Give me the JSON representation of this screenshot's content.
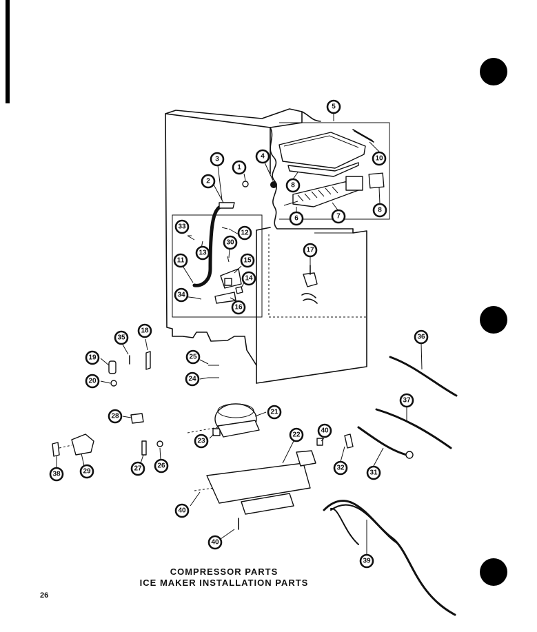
{
  "title_lines": [
    "COMPRESSOR PARTS",
    "ICE MAKER INSTALLATION PARTS"
  ],
  "page_number": "26",
  "callouts": [
    "1",
    "2",
    "3",
    "4",
    "5",
    "6",
    "7",
    "8",
    "8",
    "10",
    "11",
    "12",
    "13",
    "15",
    "14",
    "16",
    "17",
    "18",
    "19",
    "20",
    "21",
    "22",
    "23",
    "24",
    "25",
    "26",
    "27",
    "28",
    "29",
    "30",
    "31",
    "32",
    "33",
    "34",
    "35",
    "36",
    "37",
    "38",
    "39",
    "40",
    "40",
    "40"
  ],
  "colors": {
    "ink": "#111111",
    "paper": "#ffffff"
  }
}
